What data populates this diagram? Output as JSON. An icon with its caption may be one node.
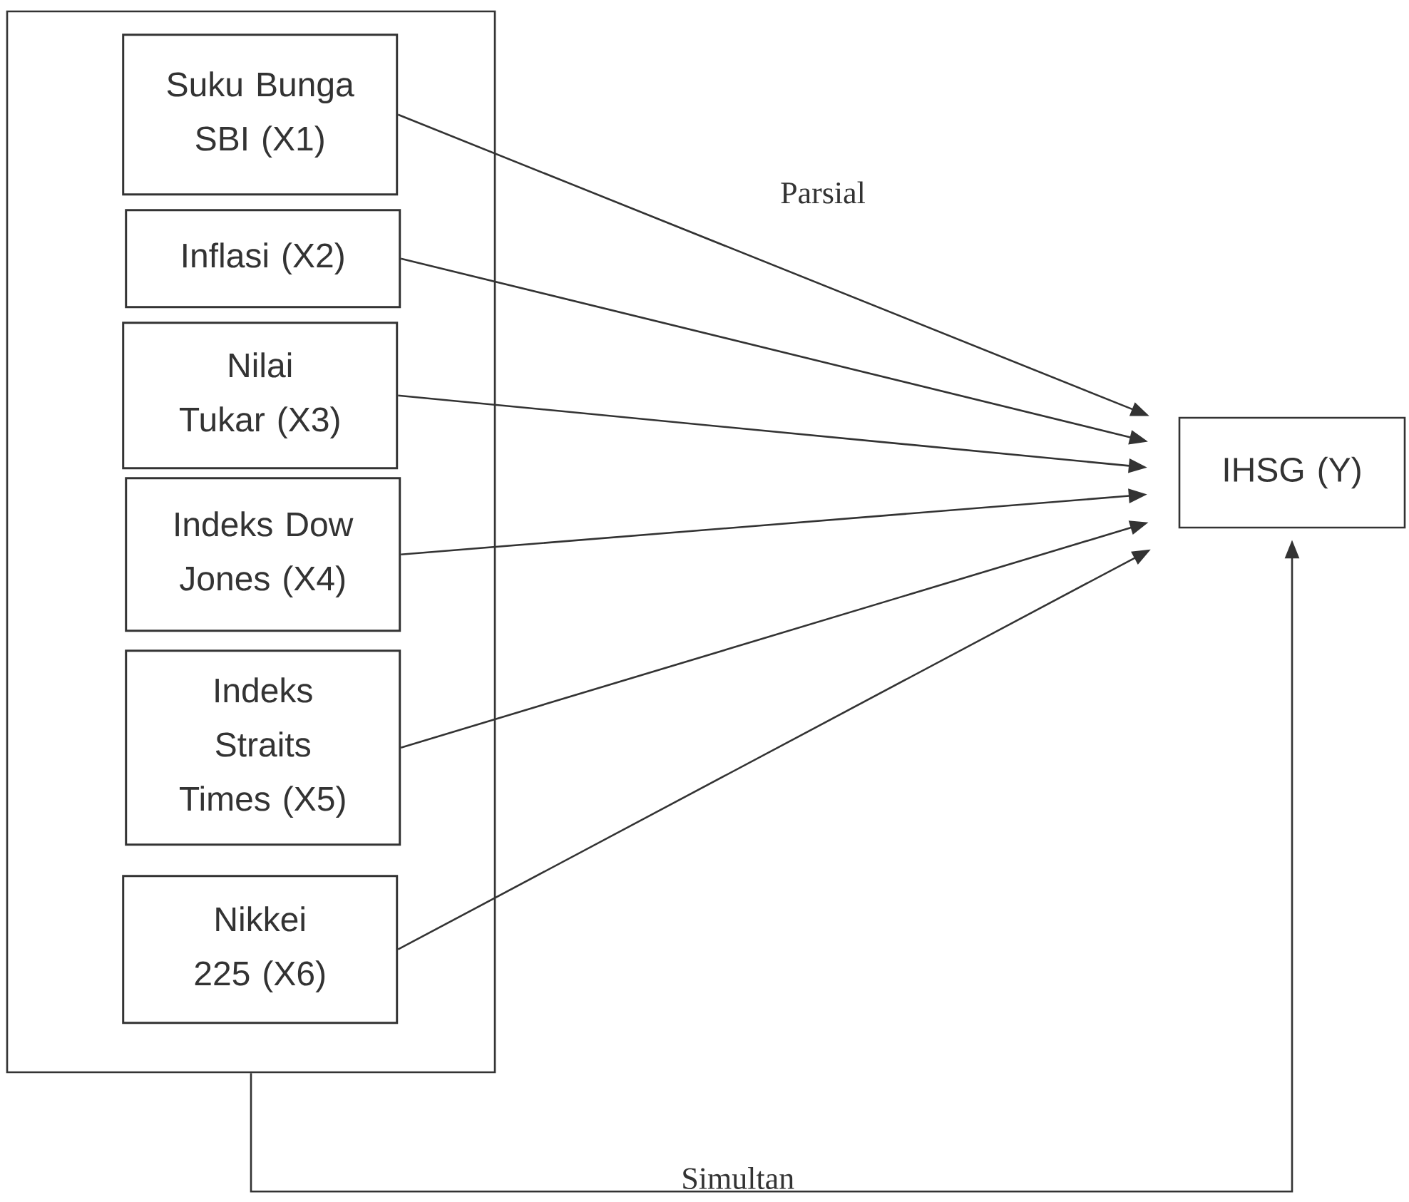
{
  "diagram": {
    "nodes": [
      {
        "text": [],
        "shape": "box"
      },
      {
        "text": [
          "Suku Bunga SBI (X1)"
        ],
        "in": 0
      },
      {
        "text": [
          "Inflasi (X2)"
        ],
        "in": 0
      },
      {
        "text": [
          "Nilai Tukar (X3)"
        ],
        "in": 0
      },
      {
        "text": [
          "Indeks Dow Jones (X4)"
        ],
        "in": 0
      },
      {
        "text": [
          "Indeks Straits Times (X5)"
        ],
        "in": 0
      },
      {
        "text": [
          "Nikkei 225 (X6)"
        ],
        "in": 0
      },
      {
        "text": [
          "IHSG (Y)"
        ]
      }
    ],
    "edges": [
      {
        "from": 1,
        "to": 7,
        "arrow": "to"
      },
      {
        "from": 2,
        "to": 7,
        "arrow": "to"
      },
      {
        "from": 3,
        "to": 7,
        "arrow": "to"
      },
      {
        "from": 4,
        "to": 7,
        "arrow": "to"
      },
      {
        "from": 5,
        "to": 7,
        "arrow": "to"
      },
      {
        "from": 6,
        "to": 7,
        "arrow": "to"
      },
      {
        "from": 0,
        "to": 7,
        "arrow": "to",
        "label": "Simultan"
      }
    ],
    "labels": [
      "Parsial"
    ]
  }
}
